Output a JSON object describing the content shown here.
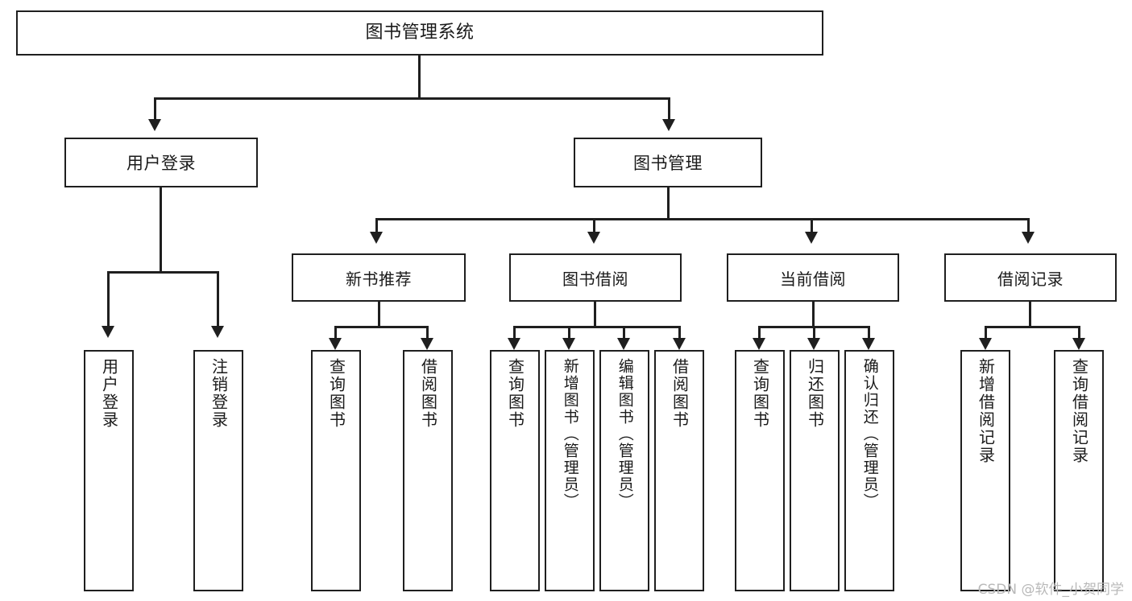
{
  "diagram": {
    "type": "tree-hierarchy",
    "title": "图书管理系统",
    "root": {
      "label": "图书管理系统"
    },
    "level1": [
      {
        "label": "用户登录"
      },
      {
        "label": "图书管理"
      }
    ],
    "level2": [
      {
        "label": "新书推荐"
      },
      {
        "label": "图书借阅"
      },
      {
        "label": "当前借阅"
      },
      {
        "label": "借阅记录"
      }
    ],
    "leaves": {
      "user_login": [
        {
          "label": "用户登录"
        },
        {
          "label": "注销登录"
        }
      ],
      "new_book_recommend": [
        {
          "label": "查询图书"
        },
        {
          "label": "借阅图书"
        }
      ],
      "book_borrow": [
        {
          "label": "查询图书"
        },
        {
          "label": "新增图书（管理员）"
        },
        {
          "label": "编辑图书（管理员）"
        },
        {
          "label": "借阅图书"
        }
      ],
      "current_borrow": [
        {
          "label": "查询图书"
        },
        {
          "label": "归还图书"
        },
        {
          "label": "确认归还（管理员）"
        }
      ],
      "borrow_record": [
        {
          "label": "新增借阅记录"
        },
        {
          "label": "查询借阅记录"
        }
      ]
    }
  },
  "watermark": {
    "text": "CSDN @软件_小贺同学"
  },
  "colors": {
    "stroke": "#1f1f1f",
    "fill": "#ffffff",
    "text": "#1a1a1a",
    "watermark": "#b9b9b9"
  }
}
